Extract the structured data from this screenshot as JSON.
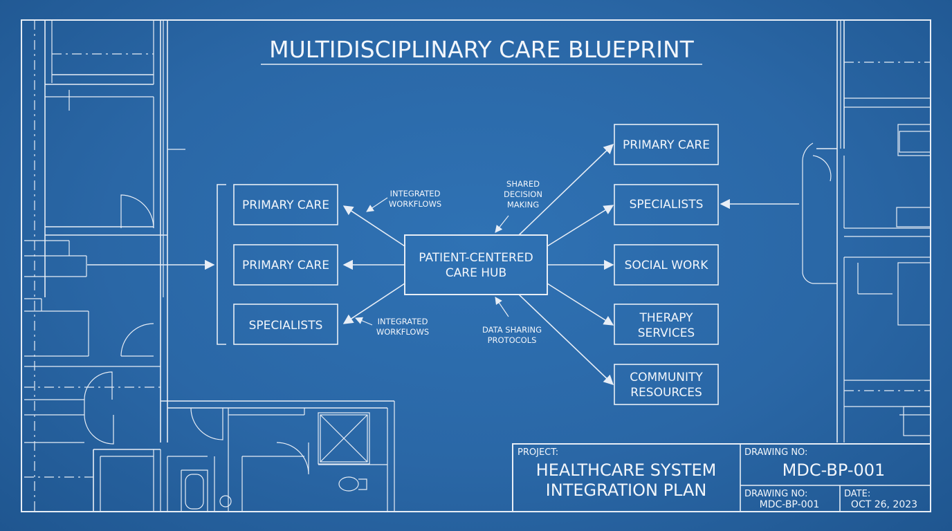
{
  "title": "MULTIDISCIPLINARY CARE BLUEPRINT",
  "hub": {
    "line1": "PATIENT-CENTERED",
    "line2": "CARE HUB"
  },
  "left_boxes": [
    {
      "line1": "PRIMARY CARE"
    },
    {
      "line1": "PRIMARY CARE"
    },
    {
      "line1": "SPECIALISTS"
    }
  ],
  "right_boxes": [
    {
      "line1": "PRIMARY CARE",
      "line2": ""
    },
    {
      "line1": "SPECIALISTS",
      "line2": ""
    },
    {
      "line1": "SOCIAL WORK",
      "line2": ""
    },
    {
      "line1": "THERAPY",
      "line2": "SERVICES"
    },
    {
      "line1": "COMMUNITY",
      "line2": "RESOURCES"
    }
  ],
  "annotations": {
    "integrated_top": {
      "line1": "INTEGRATED",
      "line2": "WORKFLOWS"
    },
    "integrated_bottom": {
      "line1": "INTEGRATED",
      "line2": "WORKFLOWS"
    },
    "shared": {
      "line1": "SHARED",
      "line2": "DECISION",
      "line3": "MAKING"
    },
    "data_sharing": {
      "line1": "DATA SHARING",
      "line2": "PROTOCOLS"
    }
  },
  "title_block": {
    "project_label": "PROJECT:",
    "project_line1": "HEALTHCARE SYSTEM",
    "project_line2": "INTEGRATION PLAN",
    "drawing_no_label": "DRAWING NO:",
    "drawing_no": "MDC-BP-001",
    "drawing_no_label_2": "DRAWING NO:",
    "drawing_no_2": "MDC-BP-001",
    "date_label": "DATE:",
    "date": "OCT 26, 2023"
  },
  "colors": {
    "paper": "#2a67a6",
    "ink": "#e8eef6"
  }
}
